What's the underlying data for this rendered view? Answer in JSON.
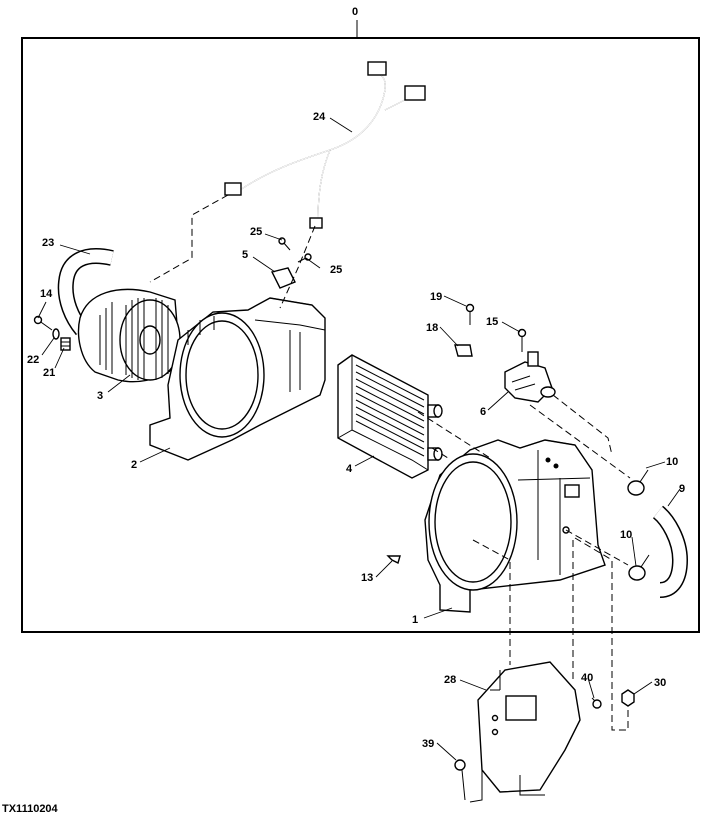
{
  "diagram": {
    "figure_id": "TX1110204",
    "callouts": [
      "0",
      "24",
      "23",
      "25",
      "5",
      "25",
      "14",
      "22",
      "21",
      "3",
      "2",
      "19",
      "18",
      "15",
      "6",
      "4",
      "10",
      "9",
      "10",
      "13",
      "1",
      "28",
      "40",
      "30",
      "39"
    ]
  }
}
